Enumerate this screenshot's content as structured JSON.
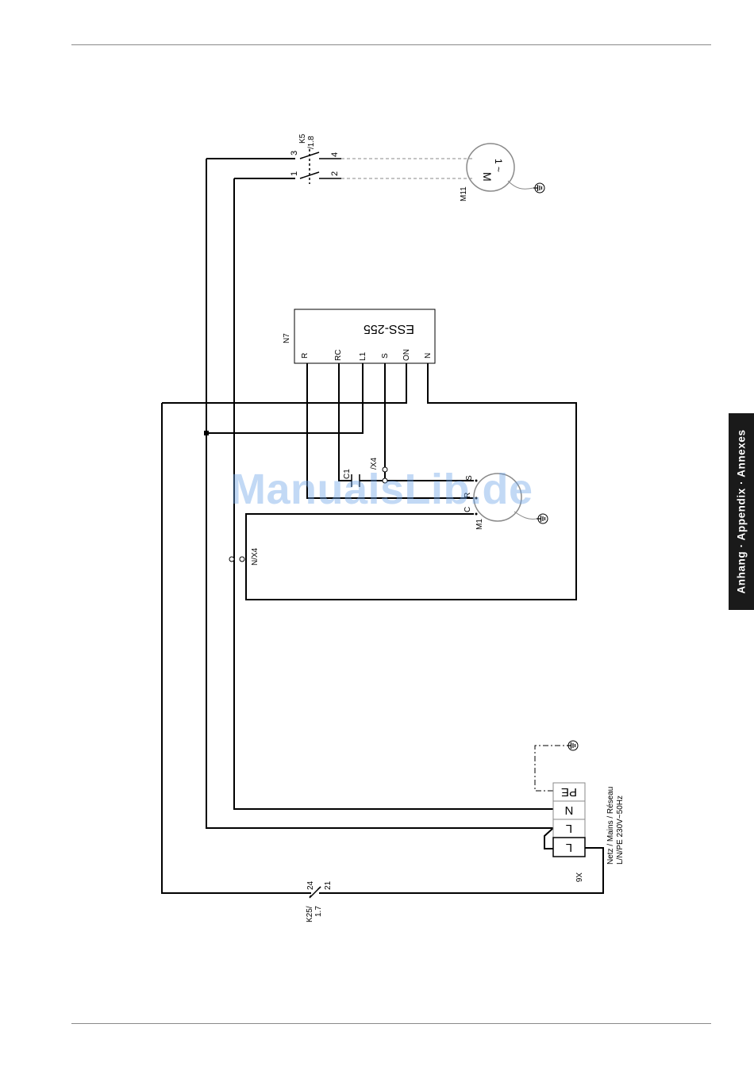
{
  "side_tab": {
    "label": "Anhang · Appendix · Annexes"
  },
  "watermark": "ManualsLib.de",
  "contactor_k5": {
    "name": "K5",
    "ref": "/1.8",
    "terminals": [
      "3",
      "4",
      "1",
      "2"
    ]
  },
  "motor_m11": {
    "name": "M11",
    "symbol_m": "M",
    "symbol_phase": "1 ~"
  },
  "controller_n7": {
    "name": "N7",
    "model": "ESS-255",
    "terminals": [
      "R",
      "RC",
      "L1",
      "S",
      "ON",
      "N"
    ]
  },
  "capacitor": {
    "label": "C1"
  },
  "connector_x4_top": {
    "label": "/X4"
  },
  "connector_x4_neutral": {
    "label": "N/X4"
  },
  "motor_m1": {
    "name": "M1",
    "terminals": [
      "C",
      "R",
      "S"
    ]
  },
  "terminal_block_x6": {
    "name": "X6",
    "terminals": [
      "PE",
      "N",
      "L",
      "L"
    ]
  },
  "supply": {
    "line1": "Netz / Mains / Réseau",
    "line2": "L/N/PE 230V~50Hz"
  },
  "relay_k25": {
    "name": "K25/",
    "ref": "1.7",
    "terminals": [
      "24",
      "21"
    ]
  }
}
